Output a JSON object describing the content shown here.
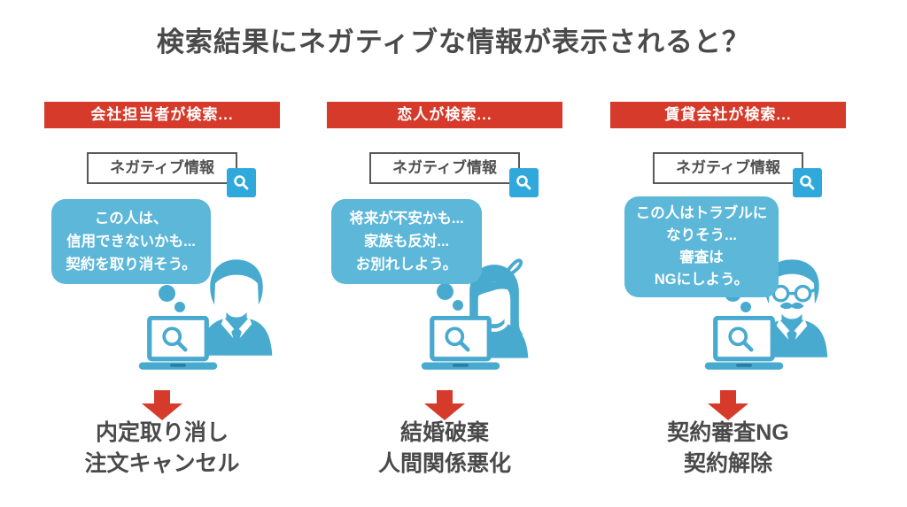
{
  "title": "検索結果にネガティブな情報が表示されると？",
  "search_box_label": "ネガティブ情報",
  "columns": [
    {
      "header": "会社担当者が検索...",
      "search_box": "ネガティブ情報",
      "persona": "businessman",
      "thought": [
        "この人は、",
        "信用できないかも...",
        "契約を取り消そう。"
      ],
      "result": [
        "内定取り消し",
        "注文キャンセル"
      ]
    },
    {
      "header": "恋人が検索...",
      "search_box": "ネガティブ情報",
      "persona": "woman",
      "thought": [
        "将来が不安かも...",
        "家族も反対...",
        "お別れしよう。"
      ],
      "result": [
        "結婚破棄",
        "人間関係悪化"
      ]
    },
    {
      "header": "賃貸会社が検索...",
      "search_box": "ネガティブ情報",
      "persona": "man-with-glasses",
      "thought": [
        "この人はトラブルに",
        "なりそう...",
        "審査は",
        "NGにしよう。"
      ],
      "result": [
        "契約審査NG",
        "契約解除"
      ]
    }
  ],
  "colors": {
    "header_red": "#d53a2a",
    "arrow_red": "#d53a2a",
    "bubble_blue": "#5cb7d9",
    "person_blue": "#49aacf",
    "search_button_blue": "#2fa8dc",
    "text_gray": "#4a4a4a"
  }
}
